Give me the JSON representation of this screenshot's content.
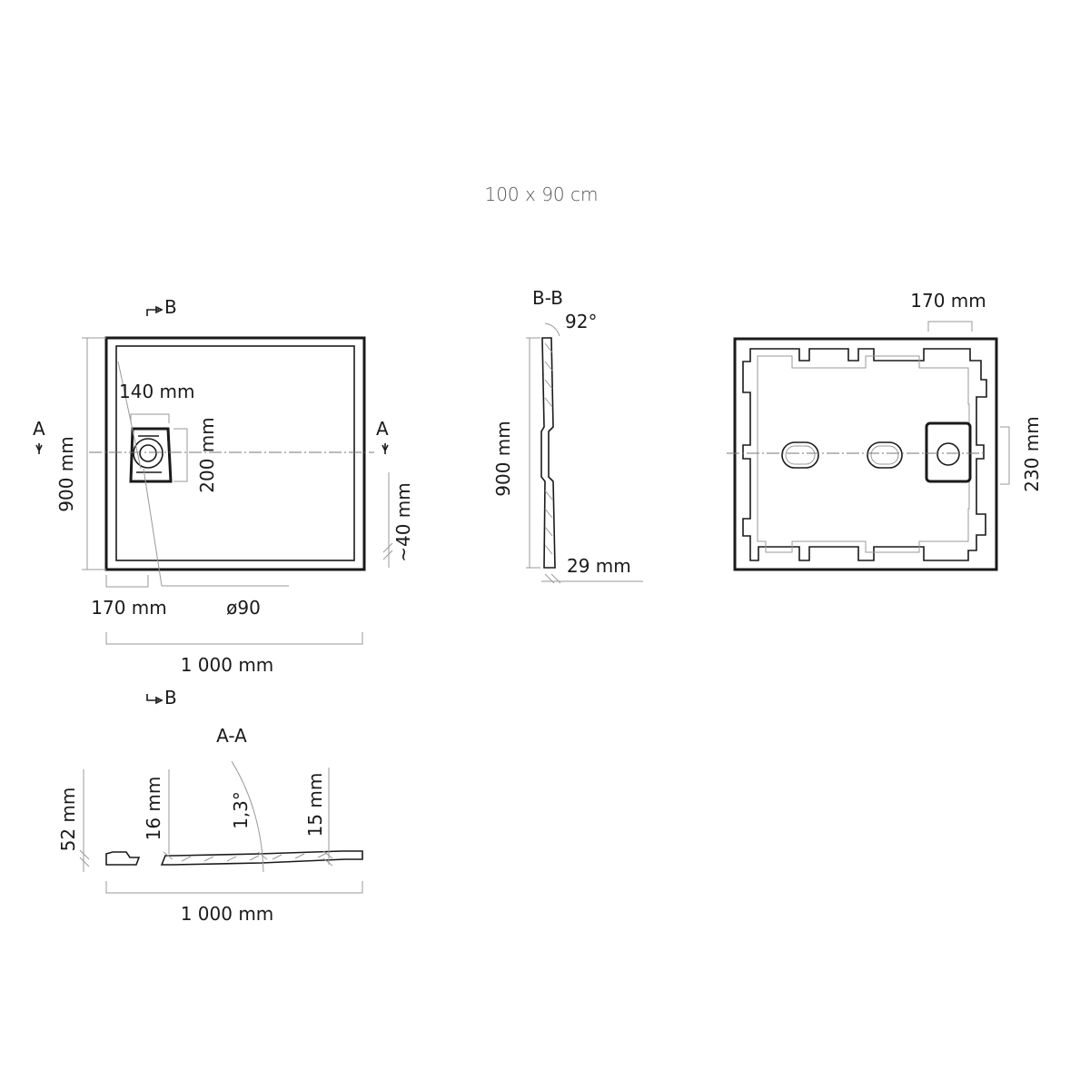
{
  "title": "100 x 90 cm",
  "plan_view": {
    "section_b_top": "B",
    "section_b_bottom": "B",
    "section_a_left": "A",
    "section_a_right": "A",
    "height": "900 mm",
    "drain_width": "140 mm",
    "drain_height": "200 mm",
    "thickness": "~40 mm",
    "drain_offset": "170 mm",
    "drain_diameter": "ø90",
    "width": "1 000 mm"
  },
  "section_bb": {
    "title": "B-B",
    "angle": "92°",
    "height": "900 mm",
    "depth": "29 mm"
  },
  "bottom_view": {
    "drain_offset": "170 mm",
    "drain_height": "230 mm"
  },
  "section_aa": {
    "title": "A-A",
    "height_total": "52 mm",
    "height_inner": "16 mm",
    "slope": "1,3°",
    "height_edge": "15 mm",
    "width": "1 000 mm"
  }
}
